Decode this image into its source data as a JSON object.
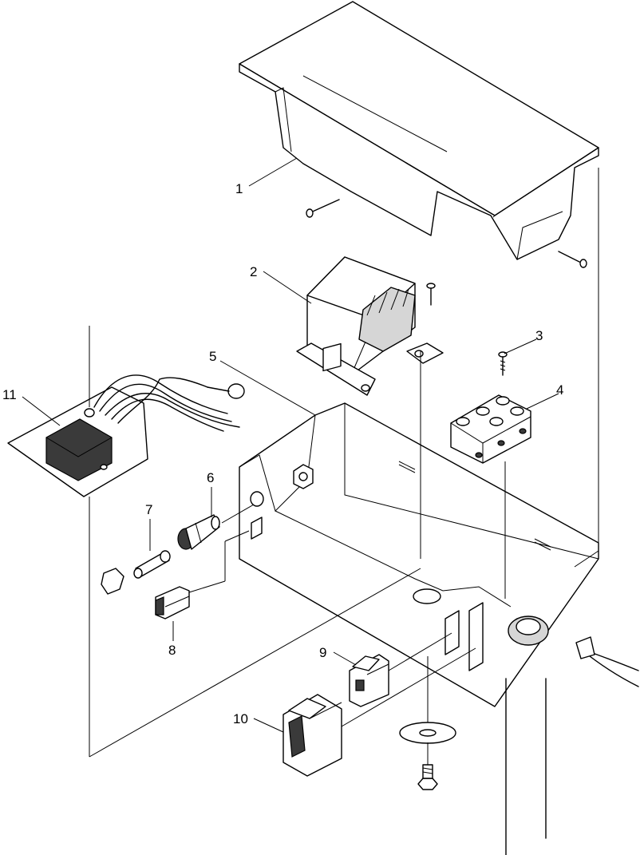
{
  "callouts": [
    {
      "id": "1",
      "text": "1",
      "part": "cover"
    },
    {
      "id": "2",
      "text": "2",
      "part": "transformer"
    },
    {
      "id": "3",
      "text": "3",
      "part": "screw"
    },
    {
      "id": "4",
      "text": "4",
      "part": "terminal-block"
    },
    {
      "id": "5",
      "text": "5",
      "part": "housing"
    },
    {
      "id": "6",
      "text": "6",
      "part": "fuse-holder"
    },
    {
      "id": "7",
      "text": "7",
      "part": "fuse"
    },
    {
      "id": "8",
      "text": "8",
      "part": "circuit-breaker"
    },
    {
      "id": "9",
      "text": "9",
      "part": "small-rocker-switch"
    },
    {
      "id": "10",
      "text": "10",
      "part": "large-rocker-switch"
    },
    {
      "id": "11",
      "text": "11",
      "part": "circuit-board"
    }
  ]
}
